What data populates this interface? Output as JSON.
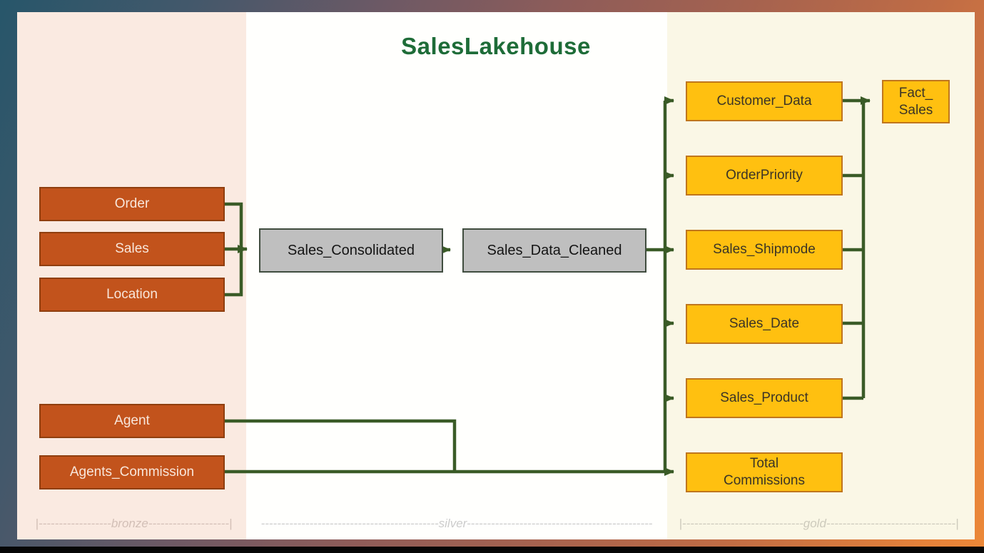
{
  "title": "SalesLakehouse",
  "zones": {
    "bronze": {
      "name": "bronze",
      "label": "|------------------bronze--------------------|"
    },
    "silver": {
      "name": "silver",
      "label": "--------------------------------------------silver----------------------------------------------"
    },
    "gold": {
      "name": "gold",
      "label": "|------------------------------gold--------------------------------|"
    }
  },
  "nodes": {
    "order": {
      "label": "Order"
    },
    "sales": {
      "label": "Sales"
    },
    "location": {
      "label": "Location"
    },
    "agent": {
      "label": "Agent"
    },
    "agents_commission": {
      "label": "Agents_Commission"
    },
    "sales_consolidated": {
      "label": "Sales_Consolidated"
    },
    "sales_data_cleaned": {
      "label": "Sales_Data_Cleaned"
    },
    "customer_data": {
      "label": "Customer_Data"
    },
    "order_priority": {
      "label": "OrderPriority"
    },
    "sales_shipmode": {
      "label": "Sales_Shipmode"
    },
    "sales_date": {
      "label": "Sales_Date"
    },
    "sales_product": {
      "label": "Sales_Product"
    },
    "total_commissions": {
      "label": "Total\nCommissions"
    },
    "fact_sales": {
      "label": "Fact_\nSales"
    }
  },
  "edges": [
    {
      "from": "Order",
      "to": "Sales_Consolidated"
    },
    {
      "from": "Sales",
      "to": "Sales_Consolidated"
    },
    {
      "from": "Location",
      "to": "Sales_Consolidated"
    },
    {
      "from": "Sales_Consolidated",
      "to": "Sales_Data_Cleaned"
    },
    {
      "from": "Sales_Data_Cleaned",
      "to": "Customer_Data"
    },
    {
      "from": "Sales_Data_Cleaned",
      "to": "OrderPriority"
    },
    {
      "from": "Sales_Data_Cleaned",
      "to": "Sales_Shipmode"
    },
    {
      "from": "Sales_Data_Cleaned",
      "to": "Sales_Date"
    },
    {
      "from": "Sales_Data_Cleaned",
      "to": "Sales_Product"
    },
    {
      "from": "Customer_Data",
      "to": "Fact_Sales"
    },
    {
      "from": "OrderPriority",
      "to": "Fact_Sales"
    },
    {
      "from": "Sales_Shipmode",
      "to": "Fact_Sales"
    },
    {
      "from": "Sales_Date",
      "to": "Fact_Sales"
    },
    {
      "from": "Sales_Product",
      "to": "Fact_Sales"
    },
    {
      "from": "Agent",
      "to": "Total Commissions"
    },
    {
      "from": "Agents_Commission",
      "to": "Total Commissions"
    }
  ],
  "colors": {
    "title_green": "#1e6c38",
    "connector_green": "#3a5b27",
    "bronze_node_fill": "#c2531c",
    "silver_node_fill": "#bfbfbf",
    "gold_node_fill": "#ffc010",
    "bronze_zone_bg": "#faeae1",
    "silver_zone_bg": "#fffffd",
    "gold_zone_bg": "#faf7e6"
  }
}
